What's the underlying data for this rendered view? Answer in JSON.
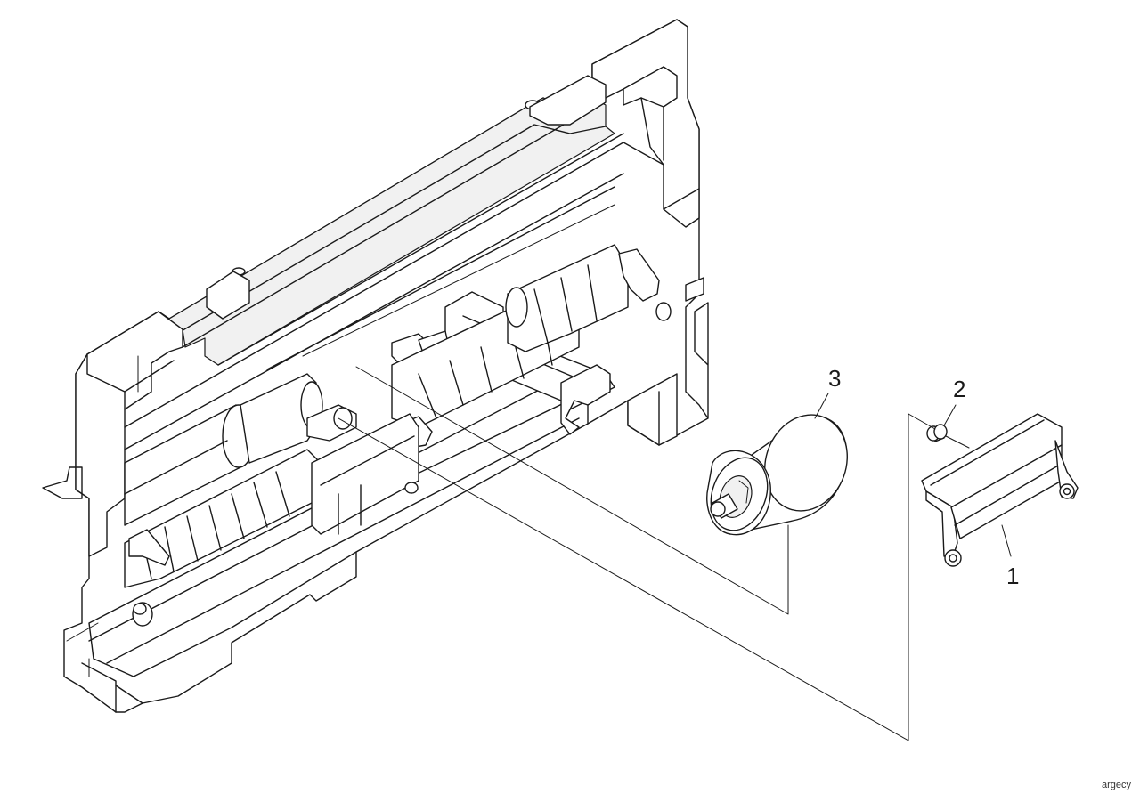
{
  "callouts": [
    {
      "id": "1",
      "label": "1"
    },
    {
      "id": "2",
      "label": "2"
    },
    {
      "id": "3",
      "label": "3"
    }
  ],
  "watermark": "argecy"
}
